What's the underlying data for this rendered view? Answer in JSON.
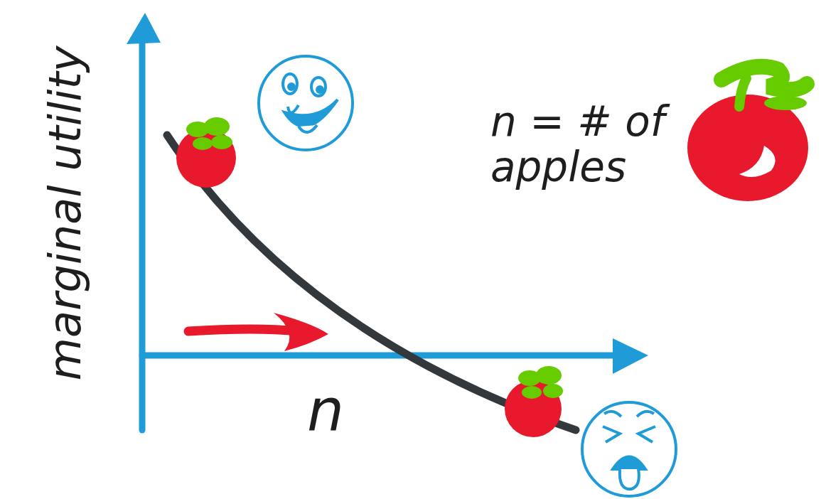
{
  "diagram": {
    "labels": [
      "marginal utility",
      "n",
      "n = # of apples"
    ]
  }
}
